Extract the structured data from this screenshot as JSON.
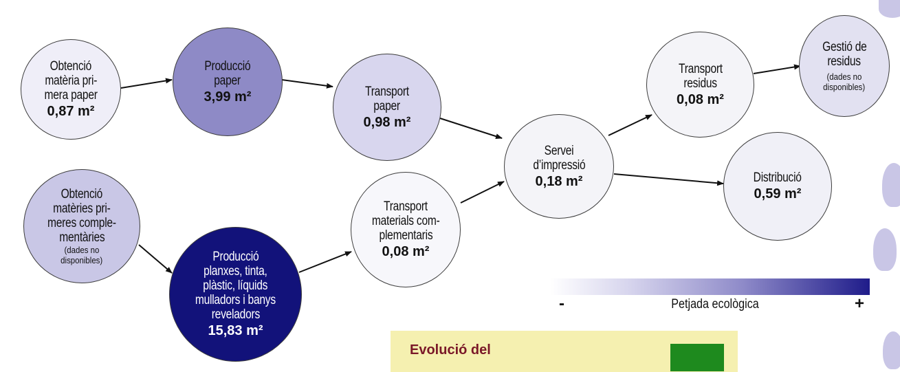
{
  "nodes": {
    "obtencio_paper": {
      "lines": [
        "Obtenció",
        "matèria pri-",
        "mera paper"
      ],
      "value": "0,87 m²",
      "fill": "#efeef8"
    },
    "produccio_paper": {
      "lines": [
        "Producció",
        "paper"
      ],
      "value": "3,99 m²",
      "fill": "#8e8ac6"
    },
    "transport_paper": {
      "lines": [
        "Transport",
        "paper"
      ],
      "value": "0,98 m²",
      "fill": "#d8d6ee"
    },
    "servei_impressio": {
      "lines": [
        "Servei",
        "d’impressió"
      ],
      "value": "0,18 m²",
      "fill": "#f4f4f8"
    },
    "transport_residus": {
      "lines": [
        "Transport",
        "residus"
      ],
      "value": "0,08 m²",
      "fill": "#f4f4f8"
    },
    "gestio_residus": {
      "lines": [
        "Gestió de",
        "residus"
      ],
      "note": [
        "(dades no",
        "disponibles)"
      ],
      "fill": "#e2e1f1"
    },
    "distribucio": {
      "lines": [
        "Distribució"
      ],
      "value": "0,59 m²",
      "fill": "#f0f0f7"
    },
    "obtencio_complementaries": {
      "lines": [
        "Obtenció",
        "matèries pri-",
        "meres comple-",
        "mentàries"
      ],
      "note": [
        "(dades no",
        "disponibles)"
      ],
      "fill": "#c9c7e6"
    },
    "produccio_planxes": {
      "lines": [
        "Producció",
        "planxes, tinta,",
        "plàstic, líquids",
        "mulladors i banys",
        "reveladors"
      ],
      "value": "15,83 m²",
      "fill": "#12127a"
    },
    "transport_complementaris": {
      "lines": [
        "Transport",
        "materials com-",
        "plementaris"
      ],
      "value": "0,08 m²",
      "fill": "#f7f7fb"
    }
  },
  "scale": {
    "minus": "-",
    "label": "Petjada ecològica",
    "plus": "+"
  },
  "evolution": {
    "title": "Evolució del",
    "swatch_color": "#1e8a1e"
  }
}
